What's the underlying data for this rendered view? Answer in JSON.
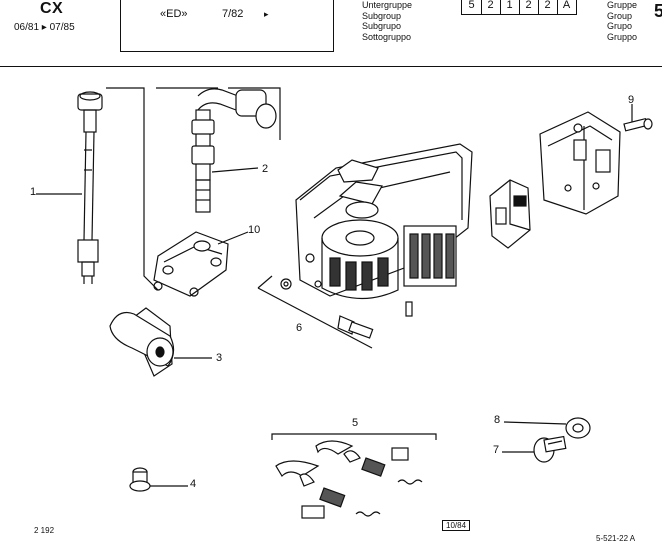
{
  "header": {
    "model": "CX",
    "dates": "06/81 ▸ 07/85",
    "edition": "«ED»",
    "page_ref": "7/82",
    "arrow": "▸",
    "subgroup_labels": [
      "Untergruppe",
      "Subgroup",
      "Subgrupo",
      "Sottogruppo"
    ],
    "code_chars": [
      "5",
      "2",
      "1",
      "2",
      "2",
      "A"
    ],
    "group_labels": [
      "Gruppe",
      "Group",
      "Grupo",
      "Gruppo"
    ],
    "group_number": "5"
  },
  "callouts": {
    "c1": "1",
    "c2": "2",
    "c3": "3",
    "c4": "4",
    "c5": "5",
    "c6": "6",
    "c7": "7",
    "c8": "8",
    "c9": "9",
    "c10": "10"
  },
  "footer": {
    "left_code": "2 192",
    "page_box": "10/84",
    "ref_code": "5-521-22 A"
  }
}
